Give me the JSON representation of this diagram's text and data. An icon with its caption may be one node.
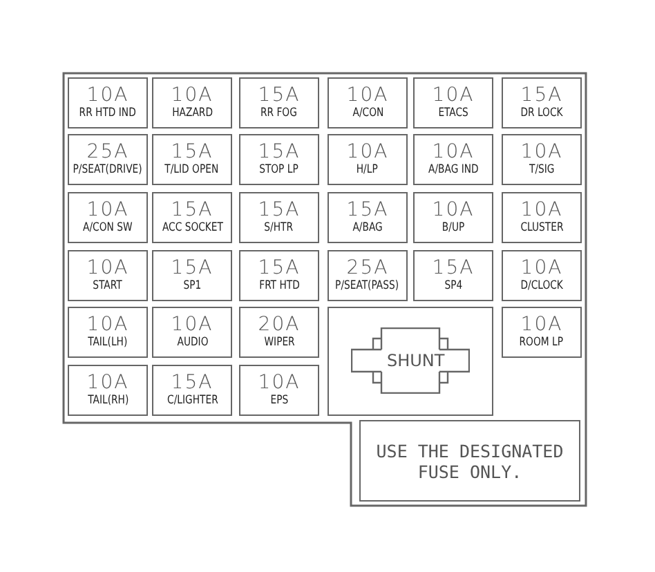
{
  "diagram": {
    "nodes": [
      {
        "text": [],
        "shape": "box"
      },
      {
        "text": [
          "10A",
          "RR HTD IND"
        ],
        "in": 0
      },
      {
        "text": [
          "10A",
          "HAZARD"
        ],
        "in": 0
      },
      {
        "text": [
          "15A",
          "RR FOG"
        ],
        "in": 0
      },
      {
        "text": [
          "10A",
          "A/CON"
        ],
        "in": 0
      },
      {
        "text": [
          "10A",
          "ETACS"
        ],
        "in": 0
      },
      {
        "text": [
          "15A",
          "DR LOCK"
        ],
        "in": 0
      },
      {
        "text": [
          "25A",
          "P/SEAT(DRIVE)"
        ],
        "in": 0
      },
      {
        "text": [
          "15A",
          "T/LID OPEN"
        ],
        "in": 0
      },
      {
        "text": [
          "15A",
          "STOP LP"
        ],
        "in": 0
      },
      {
        "text": [
          "10A",
          "H/LP"
        ],
        "in": 0
      },
      {
        "text": [
          "10A",
          "A/BAG IND"
        ],
        "in": 0
      },
      {
        "text": [
          "10A",
          "T/SIG"
        ],
        "in": 0
      },
      {
        "text": [
          "10A",
          "A/CON SW"
        ],
        "in": 0
      },
      {
        "text": [
          "15A",
          "ACC SOCKET"
        ],
        "in": 0
      },
      {
        "text": [
          "15A",
          "S/HTR"
        ],
        "in": 0
      },
      {
        "text": [
          "15A",
          "A/BAG"
        ],
        "in": 0
      },
      {
        "text": [
          "10A",
          "B/UP"
        ],
        "in": 0
      },
      {
        "text": [
          "10A",
          "CLUSTER"
        ],
        "in": 0
      },
      {
        "text": [
          "10A",
          "START"
        ],
        "in": 0
      },
      {
        "text": [
          "15A",
          "SP1"
        ],
        "in": 0
      },
      {
        "text": [
          "15A",
          "FRT HTD"
        ],
        "in": 0
      },
      {
        "text": [
          "25A",
          "P/SEAT(PASS)"
        ],
        "in": 0
      },
      {
        "text": [
          "15A",
          "SP4"
        ],
        "in": 0
      },
      {
        "text": [
          "10A",
          "D/CLOCK"
        ],
        "in": 0
      },
      {
        "text": [
          "10A",
          "TAIL(LH)"
        ],
        "in": 0
      },
      {
        "text": [
          "10A",
          "AUDIO"
        ],
        "in": 0
      },
      {
        "text": [
          "20A",
          "WIPER"
        ],
        "in": 0
      },
      {
        "text": [
          "SHUNT"
        ],
        "in": 0
      },
      {
        "text": [
          "10A",
          "ROOM LP"
        ],
        "in": 0
      },
      {
        "text": [
          "10A",
          "TAIL(RH)"
        ],
        "in": 0
      },
      {
        "text": [
          "15A",
          "C/LIGHTER"
        ],
        "in": 0
      },
      {
        "text": [
          "10A",
          "EPS"
        ],
        "in": 0
      },
      {
        "text": [
          "USE THE DESIGNATED FUSE ONLY."
        ],
        "in": 0
      }
    ],
    "edges": []
  }
}
